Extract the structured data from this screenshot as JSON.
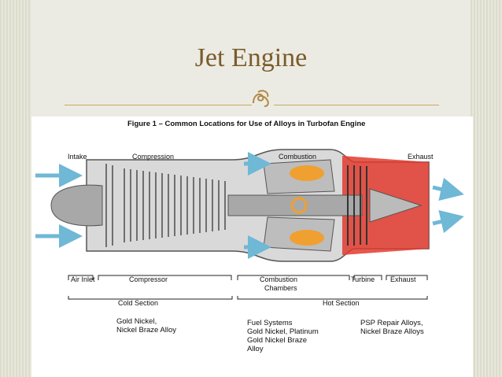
{
  "slide": {
    "title": "Jet Engine",
    "ornament_icon": "scroll-ornament-icon"
  },
  "figure": {
    "title": "Figure 1 – Common Locations for Use of Alloys in Turbofan Engine",
    "top_labels": {
      "intake": "Intake",
      "compression": "Compression",
      "combustion": "Combustion",
      "exhaust": "Exhaust"
    },
    "bottom_labels": {
      "air_inlet": "Air Inlet",
      "compressor": "Compressor",
      "combustion_chambers_1": "Combustion",
      "combustion_chambers_2": "Chambers",
      "turbine": "Turbine",
      "exhaust": "Exhaust"
    },
    "sections": {
      "cold": "Cold Section",
      "hot": "Hot Section"
    },
    "notes": {
      "cold": [
        "Gold Nickel,",
        "Nickel Braze Alloy"
      ],
      "combustion": [
        "Fuel Systems",
        "Gold Nickel, Platinum",
        "Gold Nickel Braze",
        "Alloy"
      ],
      "hot": [
        "PSP Repair Alloys,",
        "Nickel Braze Alloys"
      ]
    },
    "colors": {
      "hot_section": "#e23a2e",
      "airflow": "#6fb8d6",
      "flame": "#f0a030",
      "metal": "#9a9a9a"
    }
  }
}
